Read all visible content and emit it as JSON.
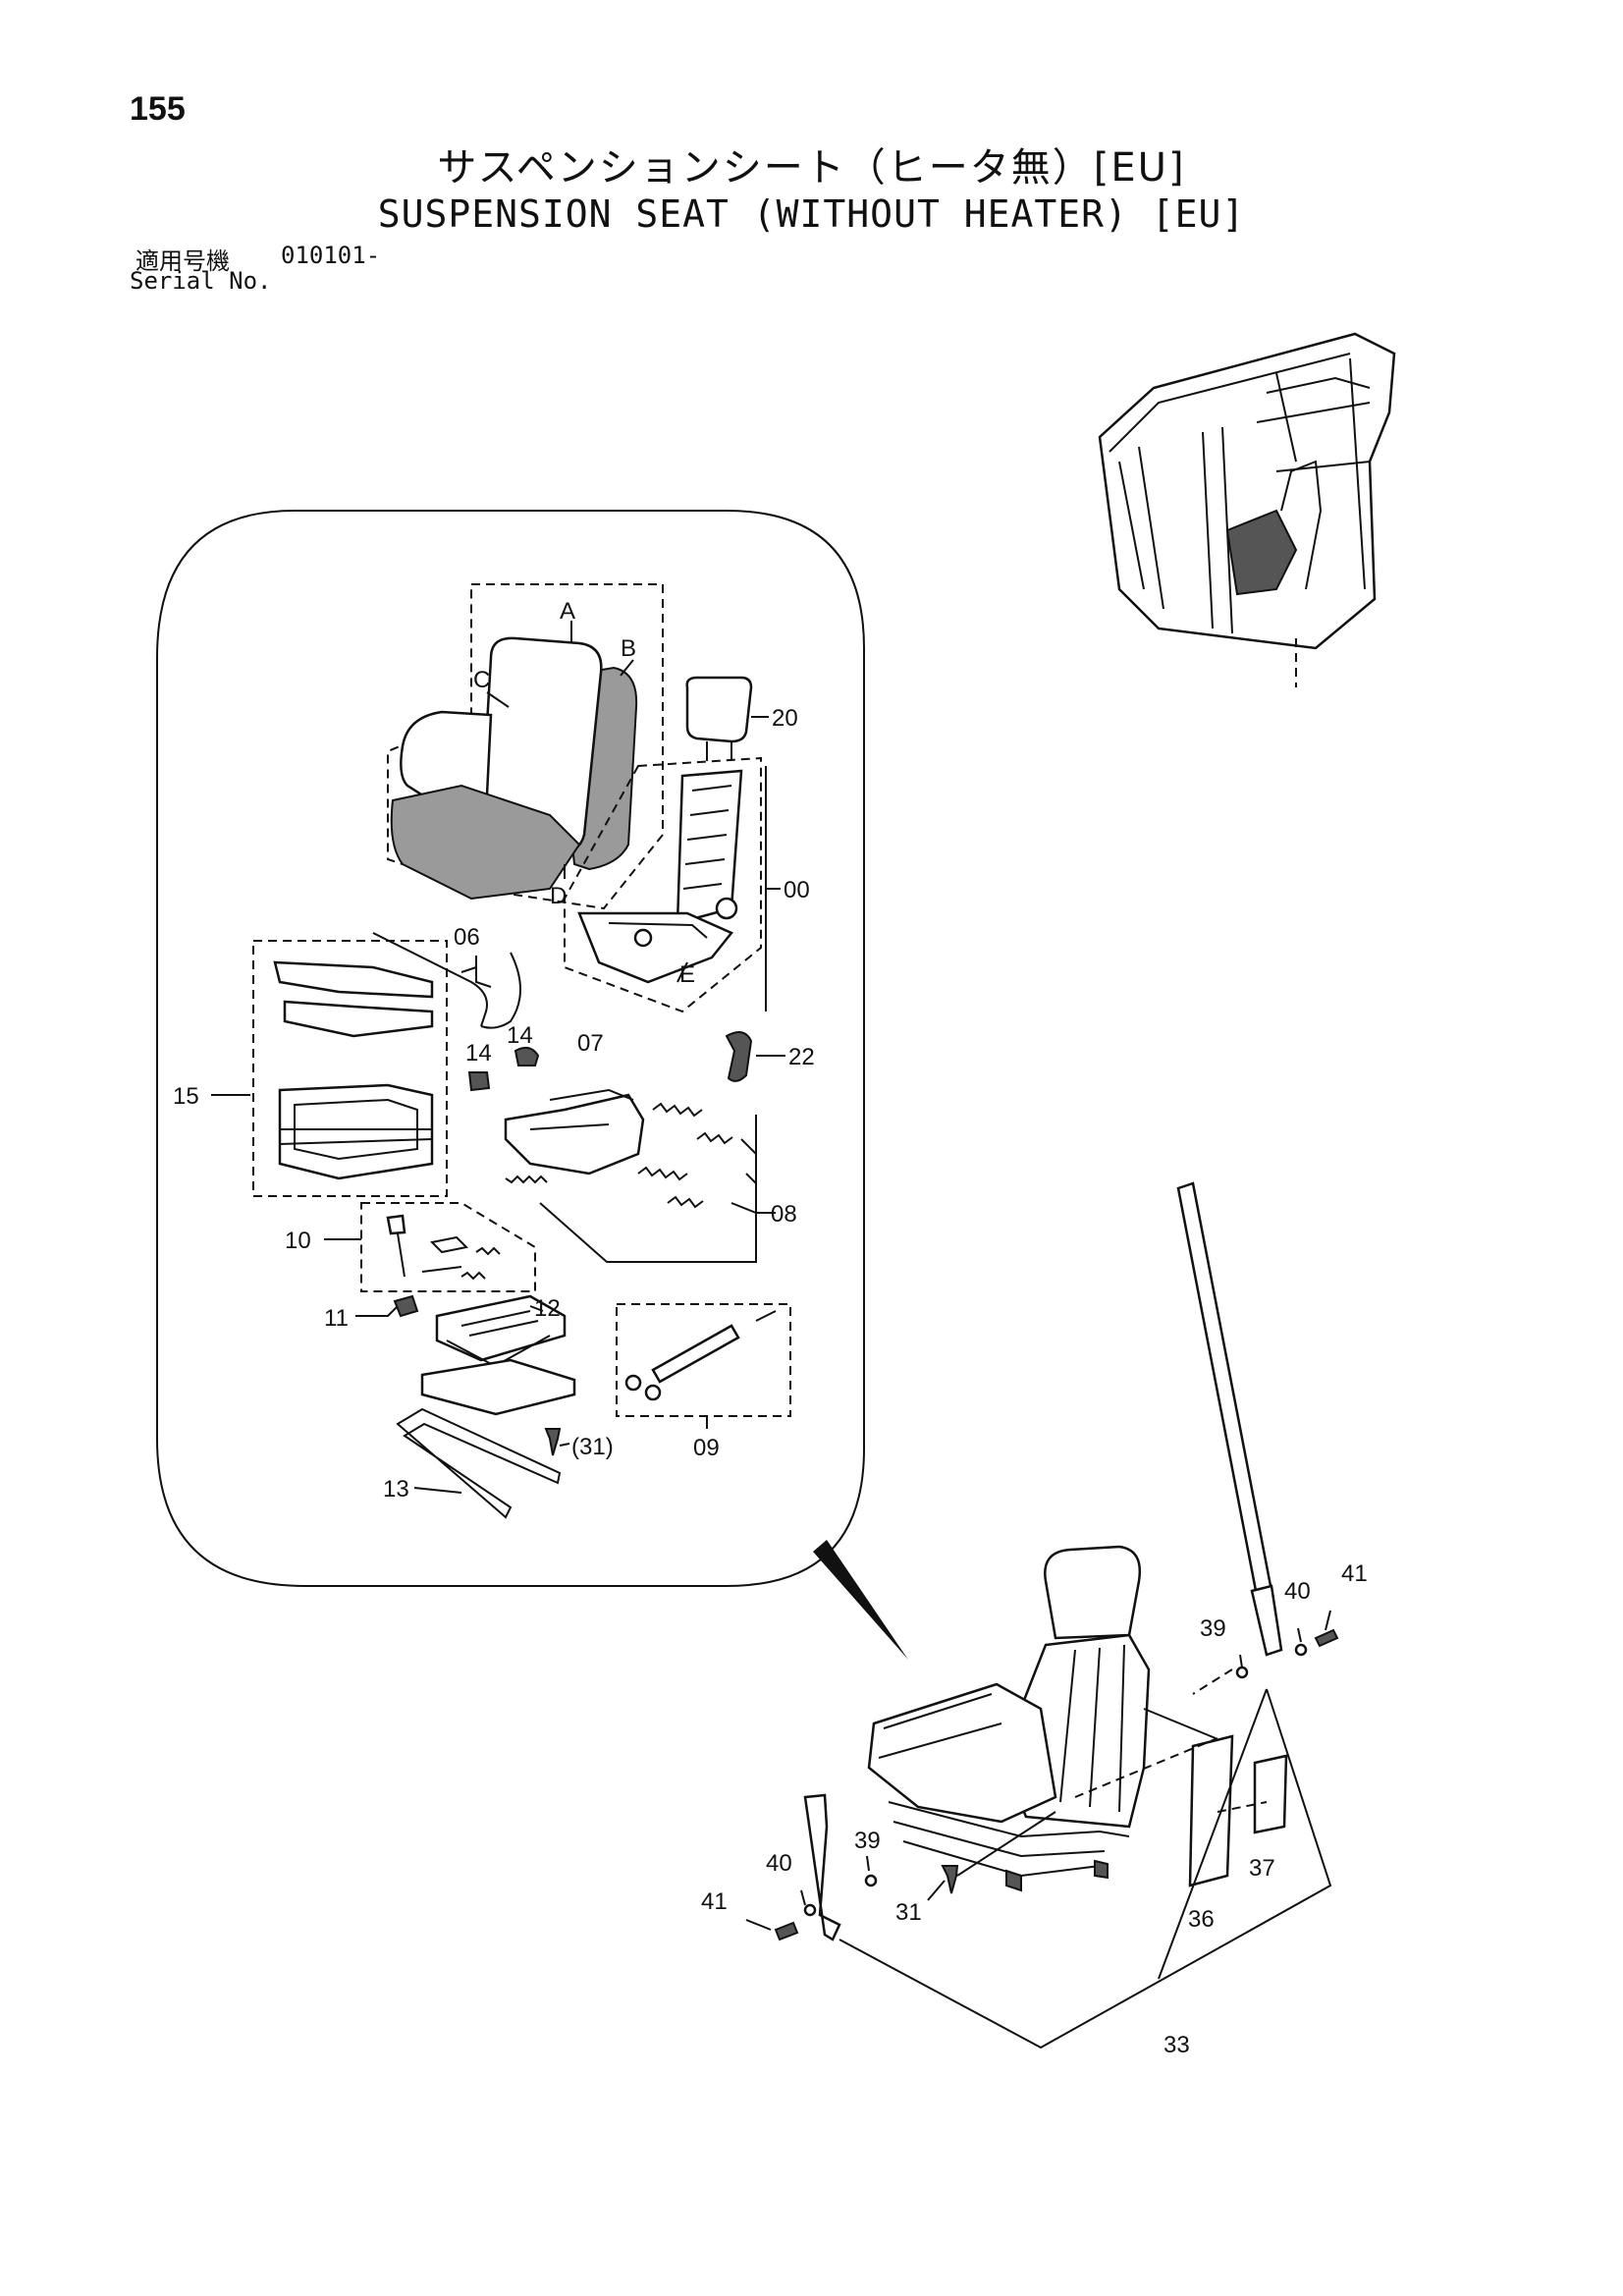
{
  "header": {
    "page_number": "155",
    "title_jp": "サスペンションシート（ヒータ無）[EU]",
    "title_en": "SUSPENSION SEAT (WITHOUT HEATER) [EU]",
    "serial_label_jp": "適用号機",
    "serial_value": "010101-",
    "serial_label_en": "Serial No."
  },
  "callouts": {
    "A": "A",
    "B": "B",
    "C": "C",
    "D": "D",
    "E": "E",
    "p20": "20",
    "p00": "00",
    "p06": "06",
    "p15": "15",
    "p14a": "14",
    "p14b": "14",
    "p07": "07",
    "p22": "22",
    "p08": "08",
    "p10": "10",
    "p11": "11",
    "p12": "12",
    "p31a": "(31)",
    "p09": "09",
    "p13": "13",
    "p40a": "40",
    "p41a": "41",
    "p39a": "39",
    "p39b": "39",
    "p40b": "40",
    "p41b": "41",
    "p31b": "31",
    "p37": "37",
    "p36": "36",
    "p33": "33"
  }
}
